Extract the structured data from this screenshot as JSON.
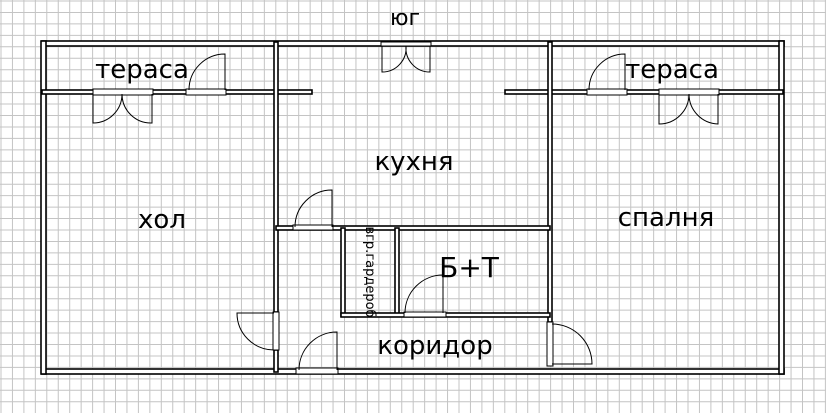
{
  "plan": {
    "orientation_label": "юг",
    "rooms": {
      "terrace_left": "тераса",
      "terrace_right": "тераса",
      "kitchen": "кухня",
      "hall": "хол",
      "bedroom": "спалня",
      "bathroom": "Б+Т",
      "wardrobe": "вгр.гардероб",
      "corridor": "коридор"
    },
    "colors": {
      "grid": "#c4c4c4",
      "walls": "#000000",
      "background": "#ffffff"
    }
  }
}
